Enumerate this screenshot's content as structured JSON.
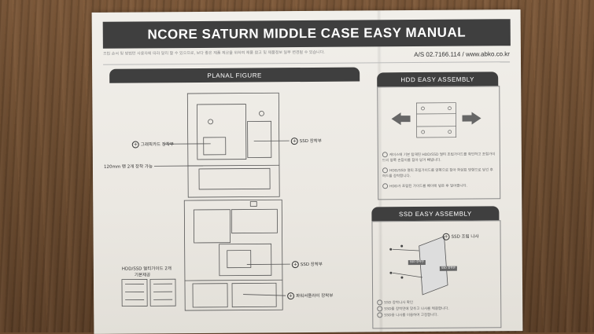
{
  "manual": {
    "title": "NCORE SATURN MIDDLE CASE EASY MANUAL",
    "as_contact": "A/S 02.7166.114 / www.abko.co.kr",
    "intro_text": "조립 순서 및 방법만 사용자에 따라 달리 할 수 있으므로, 보다 좋은 제품 제공을 위하여 제품 참고 및 제품정보 일부 변경될 수 있습니다."
  },
  "planal": {
    "header": "PLANAL FIGURE",
    "label_graphic": "그래픽카드 장착부",
    "label_ssd_top": "SSD 장착부",
    "label_fan": "120mm 팬 2개 장착 가능",
    "label_hdd_guide_1": "HDD/SSD 멀티가이드 2개",
    "label_hdd_guide_2": "기본제공",
    "label_ssd_bottom": "SSD 장착부",
    "label_psu": "파워서플라이 장착부"
  },
  "hdd": {
    "header": "HDD EASY ASSEMBLY",
    "note1": "케이스에 기본 탑재된 HDD/SSD 멀티 조립가이드를 확인하고 조립가이드의 양쪽 손잡이를 잡아 당겨 빼냅니다.",
    "note2": "HDD/SSD 멀티 조립가이드를 양쪽으로 잡아 화살표 방향으로 당긴 후 하드를 장착합니다.",
    "note3": "HDD가 조립된 가이드를 베이에 넣은 후 밀어줍니다."
  },
  "ssd": {
    "header": "SSD EASY ASSEMBLY",
    "label_screw": "SSD 조립 나사",
    "tag1": "SSD 장착면",
    "tag2": "SSD 장착면",
    "note1": "SSD 장착나사 확인",
    "note2": "SSD를 장착면에 맞추고 나사를 체결합니다.",
    "note3": "SSD용 나사를 이용하여 고정합니다."
  }
}
